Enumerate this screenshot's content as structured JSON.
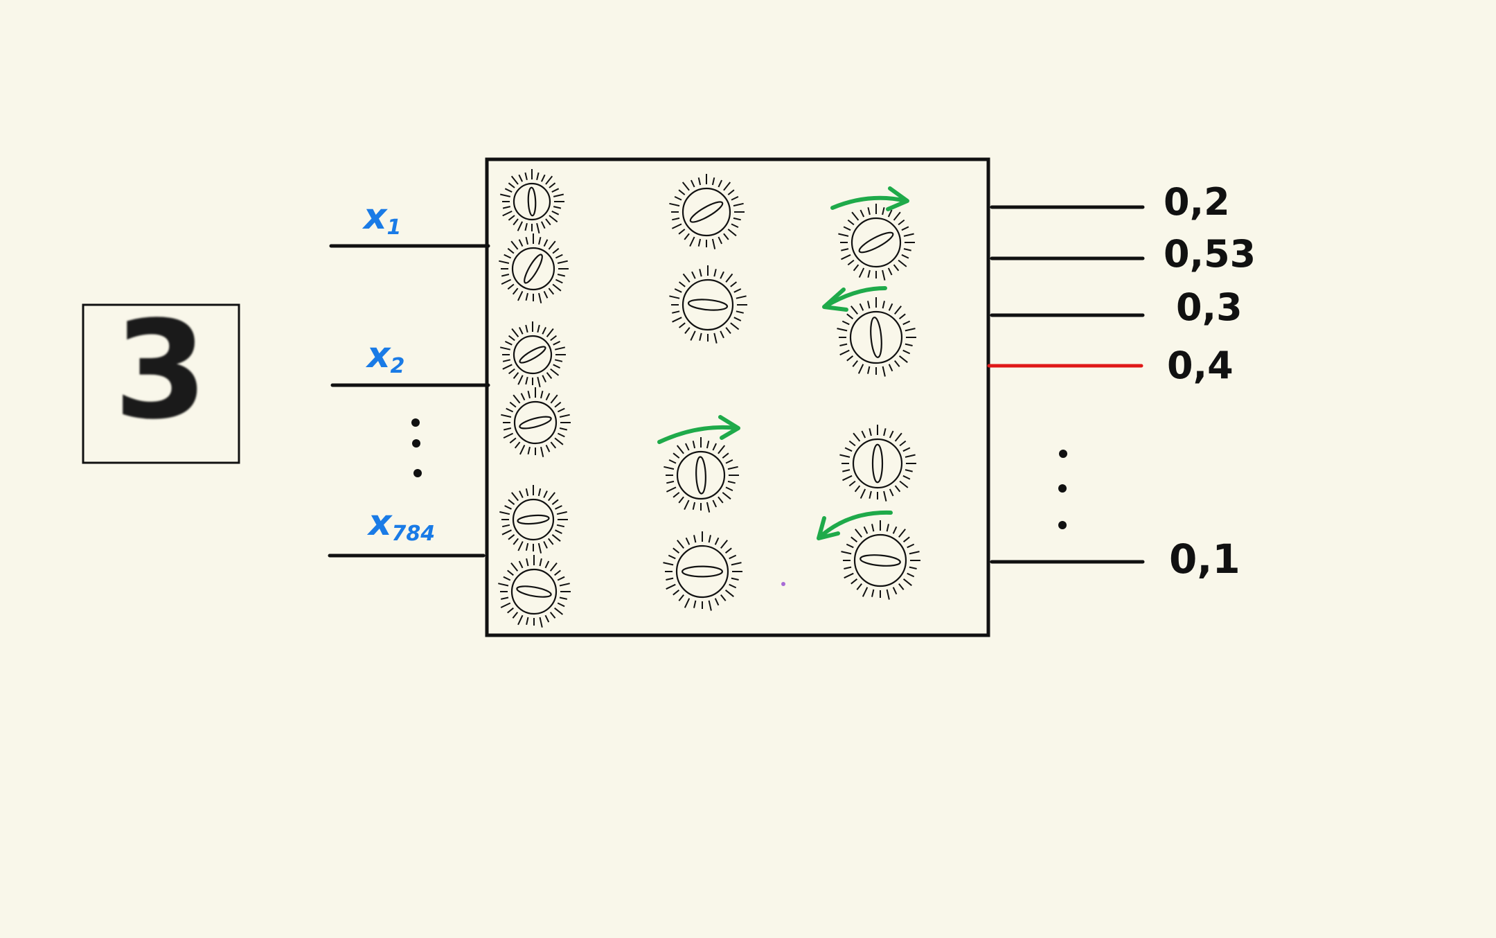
{
  "digit_image": {
    "digit": "3"
  },
  "inputs": [
    {
      "main": "x",
      "sub": "1"
    },
    {
      "main": "x",
      "sub": "2"
    },
    {
      "main": "x",
      "sub": "784"
    }
  ],
  "outputs": [
    {
      "value": "0,2",
      "highlight": false
    },
    {
      "value": "0,53",
      "highlight": false
    },
    {
      "value": "0,3",
      "highlight": false
    },
    {
      "value": "0,4",
      "highlight": true
    },
    {
      "value": "0,1",
      "highlight": false
    }
  ],
  "colors": {
    "background": "#f9f7ea",
    "ink": "#111111",
    "input_label": "#1a7be6",
    "highlight_line": "#e01818",
    "arrow": "#1faa4a",
    "dot": "#a86bd6"
  },
  "icons": {
    "knob": "dial-knob-icon",
    "arrow_cw": "clockwise-arrow-icon",
    "arrow_ccw": "counterclockwise-arrow-icon"
  }
}
